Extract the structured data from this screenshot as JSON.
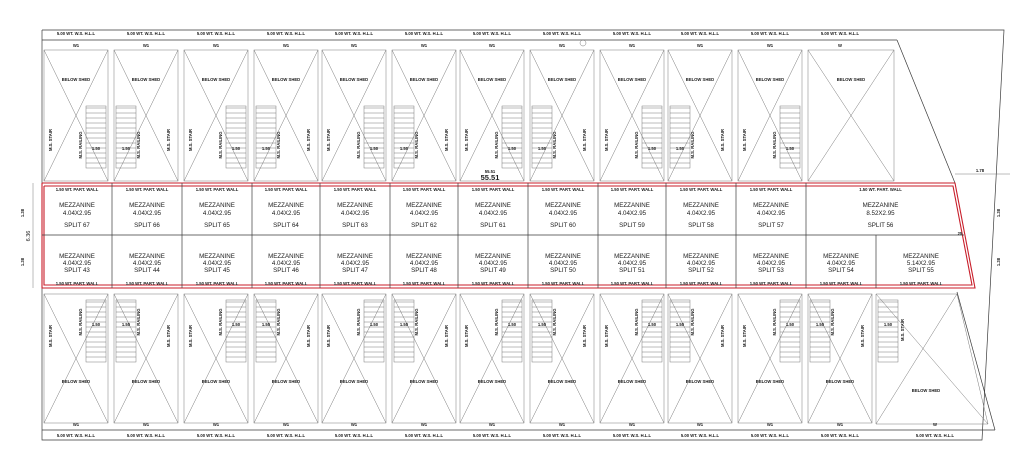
{
  "plan": {
    "wall_label": "5.00 WT. W.S. H.L.L",
    "window_label": "W1",
    "window_label_end": "W",
    "below_shed": "BELOW SHED",
    "ms_stair": "M.S. STAIR",
    "railing": "M.S. RAILING",
    "stair_dim": "1.50",
    "partition": "1.50 WT. PART. WALL",
    "mezz_label": "MEZZANINE",
    "cell_dim": "4.04X2.95",
    "upper_splits": [
      "SPLIT 67",
      "SPLIT 66",
      "SPLIT 65",
      "SPLIT 64",
      "SPLIT 63",
      "SPLIT 62",
      "SPLIT 61",
      "SPLIT 60",
      "SPLIT 59",
      "SPLIT 58",
      "SPLIT 57",
      "SPLIT 56"
    ],
    "upper_last_dim": "8.52X2.95",
    "lower_splits": [
      "SPLIT 43",
      "SPLIT 44",
      "SPLIT 45",
      "SPLIT 46",
      "SPLIT 47",
      "SPLIT 48",
      "SPLIT 49",
      "SPLIT 50",
      "SPLIT 51",
      "SPLIT 52",
      "SPLIT 53",
      "SPLIT 54",
      "SPLIT 55"
    ],
    "lower_last_dim": "5.14X2.95",
    "dim_corridor": "55.51",
    "dim_corridor_small": "55.51",
    "dim_left_outer": "6.36",
    "dim_left_inner_1": "1.38",
    "dim_left_inner_2": "1.38",
    "dim_right_1": "1.78",
    "dim_right_2": "1.38",
    "dim_right_3": "1.38",
    "marker": "25"
  }
}
